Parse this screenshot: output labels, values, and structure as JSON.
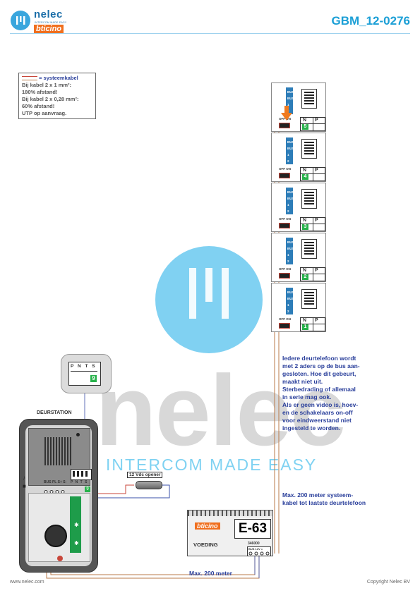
{
  "header": {
    "logo_name": "nelec",
    "logo_tagline": "INTERCOM MADE EASY",
    "logo_brand": "bticino",
    "doc_code": "GBM_12-0276"
  },
  "legend": {
    "title": "= systeemkabel",
    "lines": [
      "Bij kabel 2 x 1 mm²:",
      "180% afstand!",
      "Bij kabel 2 x 0,28 mm²:",
      "60% afstand!",
      "UTP op aanvraag."
    ]
  },
  "watermark": {
    "word": "nelec",
    "tagline": "INTERCOM MADE EASY"
  },
  "phones": [
    {
      "number": "5",
      "switch_label": "OFF ON",
      "col_n": "N",
      "col_p": "P",
      "terminals": [
        "BUS",
        "BUS",
        "1",
        "2"
      ]
    },
    {
      "number": "4",
      "switch_label": "OFF ON",
      "col_n": "N",
      "col_p": "P",
      "terminals": [
        "BUS",
        "BUS",
        "1",
        "2"
      ]
    },
    {
      "number": "3",
      "switch_label": "OFF ON",
      "col_n": "N",
      "col_p": "P",
      "terminals": [
        "BUS",
        "BUS",
        "1",
        "2"
      ]
    },
    {
      "number": "2",
      "switch_label": "OFF ON",
      "col_n": "N",
      "col_p": "P",
      "terminals": [
        "BUS",
        "BUS",
        "1",
        "2"
      ]
    },
    {
      "number": "1",
      "switch_label": "OFF ON",
      "col_n": "N",
      "col_p": "P",
      "terminals": [
        "BUS",
        "BUS",
        "1",
        "2"
      ]
    }
  ],
  "note": {
    "lines": [
      "Iedere deurtelefoon wordt",
      "met 2 aders op de bus aan-",
      "gesloten. Hoe dit gebeurt,",
      "maakt niet uit.",
      "Sterbedrading of allemaal",
      "in serie mag ook.",
      "Als er geen video is, hoev-",
      "en de schakelaars on-off",
      "voor eindweerstand niet",
      "ingesteld te worden."
    ]
  },
  "door_station": {
    "label": "DEURSTATION",
    "terminals_label": "BUS PL S+ S-",
    "pnts_label": "P N T S",
    "zoom_pnts": "P N T S",
    "zoom_number": "9",
    "setting_number": "9"
  },
  "opener": {
    "label": "12 Vdc opener"
  },
  "power_supply": {
    "brand": "bticino",
    "model": "E-63",
    "name": "VOEDING",
    "part_number": "346000",
    "terminal_label": "BUS 12V ="
  },
  "notes_bottom": {
    "max_bus": "Max. 200 meter systeem-\nkabel tot laatste deurtelefoon",
    "max_station": "Max. 200 meter"
  },
  "footer": {
    "left": "www.nelec.com",
    "right": "Copyright Nelec BV"
  },
  "colors": {
    "accent": "#1b9fd6",
    "cable_blue": "#3a4fa8",
    "cable_red": "#c8463a",
    "cable_brown": "#b97a4a",
    "terminal_green": "#1e9c4a",
    "number_green": "#28b24b",
    "arrow_orange": "#f07a1e"
  }
}
